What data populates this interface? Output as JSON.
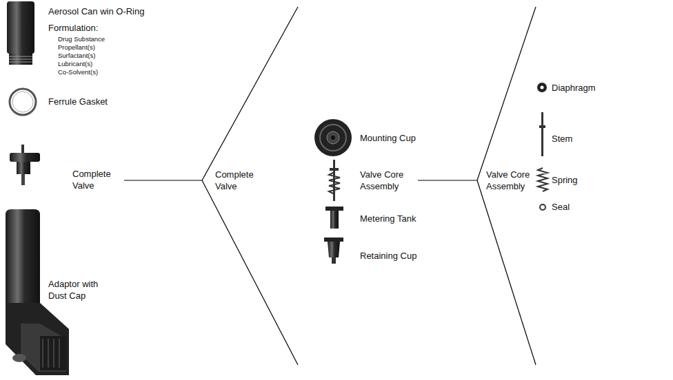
{
  "diagram": {
    "labels": [
      "Aerosol Can win O-Ring",
      "Formulation:",
      "Drug Substance",
      "Propellant(s)",
      "Surfactant(s)",
      "Lubricant(s)",
      "Co-Solvent(s)",
      "Ferrule Gasket",
      "Complete Valve",
      "Adaptor with Dust Cap",
      "Complete Valve",
      "Mounting Cup",
      "Valve Core Assembly",
      "Metering Tank",
      "Retaining Cup",
      "Valve Core Assembly",
      "Diaphragm",
      "Stem",
      "Spring",
      "Seal"
    ]
  }
}
